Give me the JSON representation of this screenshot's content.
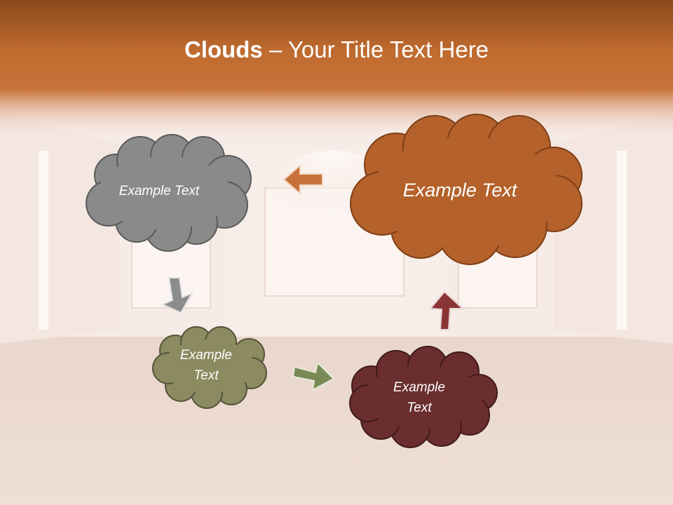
{
  "slide": {
    "title_bold": "Clouds",
    "title_dash": " – ",
    "title_rest": "Your Title Text Here"
  },
  "clouds": [
    {
      "id": "gray",
      "label": "Example Text",
      "color": "#8a8a8a"
    },
    {
      "id": "orange",
      "label": "Example Text",
      "color": "#b5612b"
    },
    {
      "id": "olive",
      "label": "Example\nText",
      "color": "#8c8a60"
    },
    {
      "id": "maroon",
      "label": "Example\nText",
      "color": "#6a2e2e"
    }
  ],
  "colors": {
    "header": "#b8622e",
    "arrow_orange": "#c8713a",
    "arrow_gray": "#8c8c8c",
    "arrow_green": "#7a8a55",
    "arrow_maroon": "#8a3535"
  }
}
